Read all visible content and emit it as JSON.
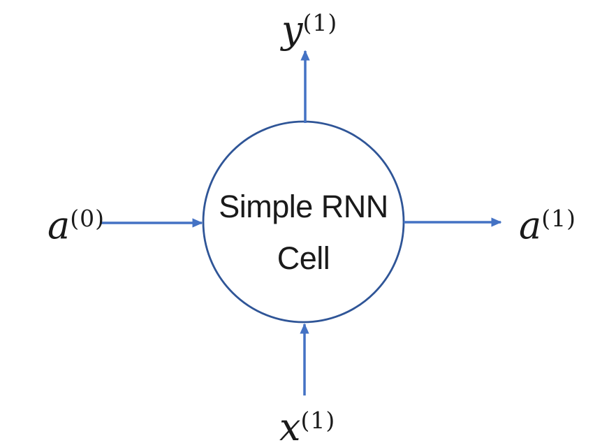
{
  "diagram": {
    "node": {
      "line1": "Simple RNN",
      "line2": "Cell"
    },
    "labels": {
      "top": {
        "base": "y",
        "sup": "(1)"
      },
      "left": {
        "base": "a",
        "sup": "(0)"
      },
      "right": {
        "base": "a",
        "sup": "(1)"
      },
      "bottom": {
        "base": "x",
        "sup": "(1)"
      }
    },
    "colors": {
      "arrow": "#4472C4",
      "node_stroke": "#2F5597",
      "node_fill": "#FFFFFF",
      "text": "#1A1A1A"
    }
  }
}
